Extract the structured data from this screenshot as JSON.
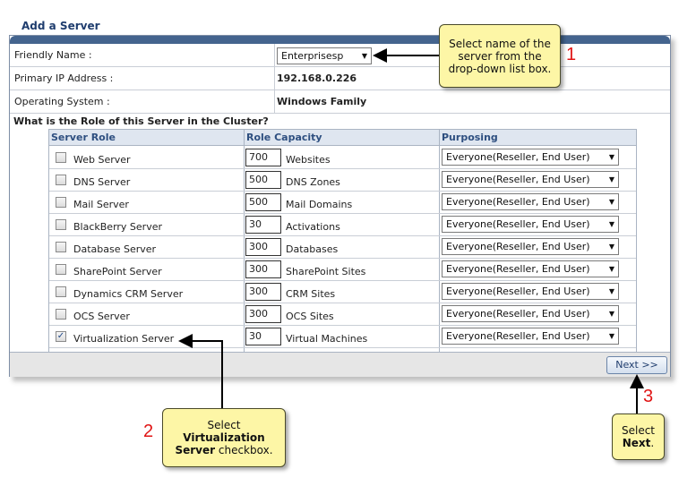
{
  "form": {
    "title": "Add a Server",
    "friendly_name_label": "Friendly Name :",
    "friendly_name_value": "Enterprisesp",
    "primary_ip_label": "Primary IP Address :",
    "primary_ip_value": "192.168.0.226",
    "os_label": "Operating System :",
    "os_value": "Windows Family",
    "role_question": "What is the Role of this Server in the Cluster?"
  },
  "roles_table": {
    "headers": {
      "role": "Server Role",
      "capacity": "Role Capacity",
      "purposing": "Purposing"
    },
    "rows": [
      {
        "name": "Web Server",
        "capacity": "700",
        "unit": "Websites",
        "purposing": "Everyone(Reseller, End User)",
        "checked": false
      },
      {
        "name": "DNS Server",
        "capacity": "500",
        "unit": "DNS Zones",
        "purposing": "Everyone(Reseller, End User)",
        "checked": false
      },
      {
        "name": "Mail Server",
        "capacity": "500",
        "unit": "Mail Domains",
        "purposing": "Everyone(Reseller, End User)",
        "checked": false
      },
      {
        "name": "BlackBerry Server",
        "capacity": "30",
        "unit": "Activations",
        "purposing": "Everyone(Reseller, End User)",
        "checked": false
      },
      {
        "name": "Database Server",
        "capacity": "300",
        "unit": "Databases",
        "purposing": "Everyone(Reseller, End User)",
        "checked": false
      },
      {
        "name": "SharePoint Server",
        "capacity": "300",
        "unit": "SharePoint Sites",
        "purposing": "Everyone(Reseller, End User)",
        "checked": false
      },
      {
        "name": "Dynamics CRM Server",
        "capacity": "300",
        "unit": "CRM Sites",
        "purposing": "Everyone(Reseller, End User)",
        "checked": false
      },
      {
        "name": "OCS Server",
        "capacity": "300",
        "unit": "OCS Sites",
        "purposing": "Everyone(Reseller, End User)",
        "checked": false
      },
      {
        "name": "Virtualization Server",
        "capacity": "30",
        "unit": "Virtual Machines",
        "purposing": "Everyone(Reseller, End User)",
        "checked": true
      }
    ]
  },
  "footer": {
    "next_label": "Next >>"
  },
  "callouts": {
    "one": {
      "number": "1",
      "lines": [
        "Select name of the",
        "server from the",
        "drop-down list box."
      ]
    },
    "two": {
      "number": "2",
      "line1": "Select",
      "line2": "Virtualization",
      "line3_bold": "Server",
      "line3_rest": " checkbox."
    },
    "three": {
      "number": "3",
      "line1": "Select",
      "line2_bold": "Next",
      "line2_rest": "."
    }
  },
  "icons": {
    "dropdown": "chevron-down-icon",
    "checkbox_checked": "checkmark-icon"
  },
  "colors": {
    "header_bar": "#44648e",
    "callout_bg": "#fdf6a6",
    "step_number": "#e01414",
    "link_blue": "#2e4f80"
  }
}
